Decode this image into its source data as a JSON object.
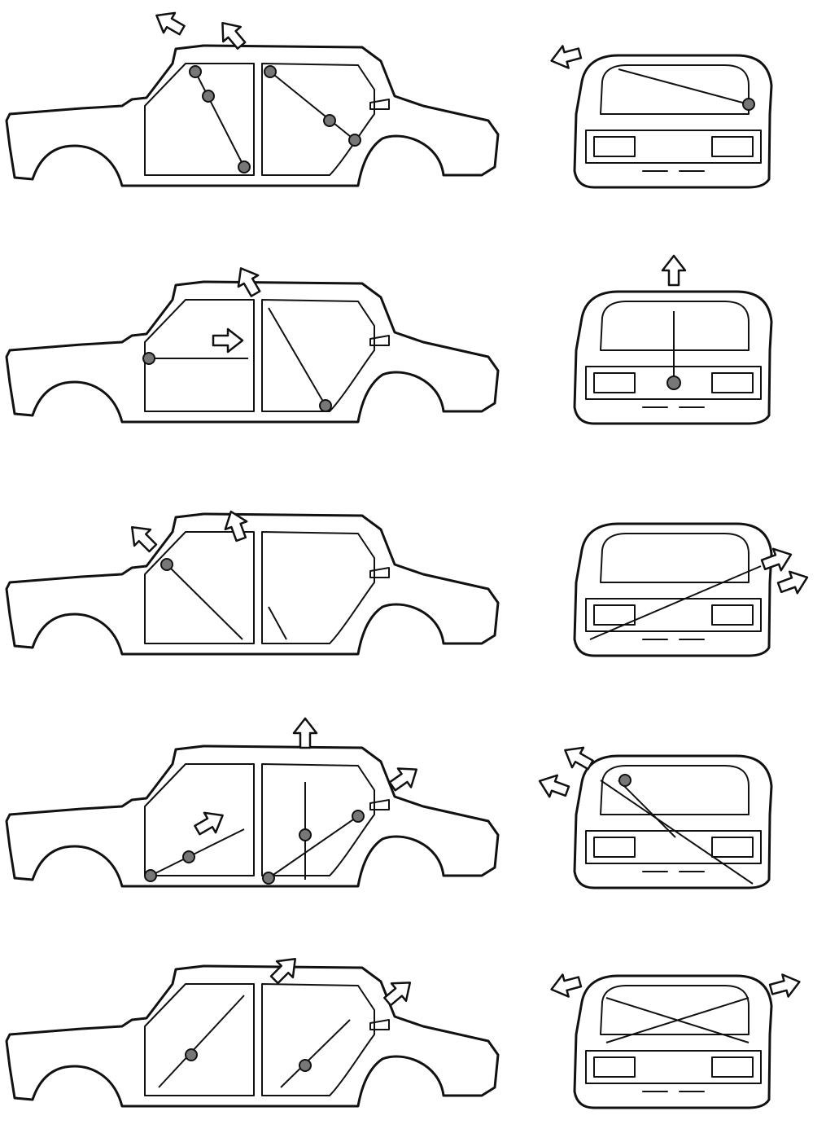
{
  "figure": {
    "rows": [
      {
        "side_icon": "car-side-body-frame",
        "rear_icon": "car-rear-body-frame"
      },
      {
        "side_icon": "car-side-body-frame",
        "rear_icon": "car-rear-body-frame"
      },
      {
        "side_icon": "car-side-body-frame",
        "rear_icon": "car-rear-body-frame"
      },
      {
        "side_icon": "car-side-body-frame",
        "rear_icon": "car-rear-body-frame"
      },
      {
        "side_icon": "car-side-body-frame",
        "rear_icon": "car-rear-body-frame"
      }
    ],
    "colors": {
      "line": "#111111",
      "jack_fill": "#d9d9d9",
      "joint_fill": "#777777",
      "arrow_fill": "#ffffff"
    }
  }
}
